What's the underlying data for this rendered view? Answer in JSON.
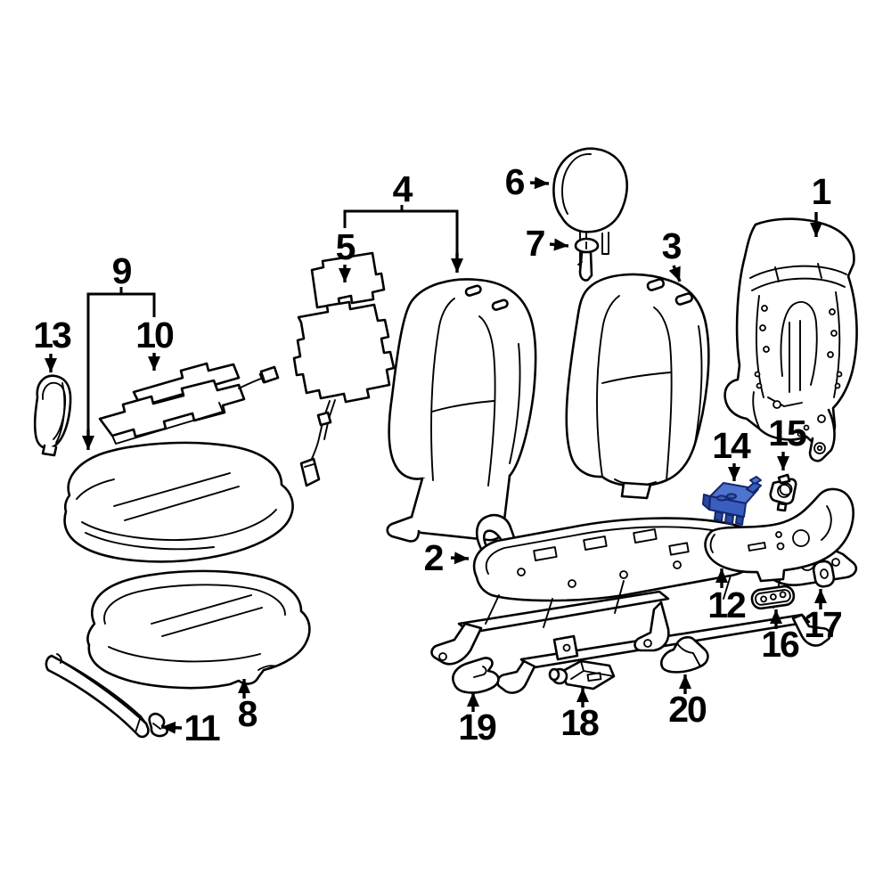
{
  "diagram": {
    "background_color": "#ffffff",
    "line_color": "#000000",
    "highlighted_part_number": "14",
    "highlight_colors": {
      "top": "#4f74cf",
      "front": "#3a5dc0",
      "side": "#2a479f",
      "outline": "#14286e"
    },
    "callouts": [
      {
        "number": "1"
      },
      {
        "number": "2"
      },
      {
        "number": "3"
      },
      {
        "number": "4"
      },
      {
        "number": "5"
      },
      {
        "number": "6"
      },
      {
        "number": "7"
      },
      {
        "number": "8"
      },
      {
        "number": "9"
      },
      {
        "number": "10"
      },
      {
        "number": "11"
      },
      {
        "number": "12"
      },
      {
        "number": "13"
      },
      {
        "number": "14"
      },
      {
        "number": "15"
      },
      {
        "number": "16"
      },
      {
        "number": "17"
      },
      {
        "number": "18"
      },
      {
        "number": "19"
      },
      {
        "number": "20"
      }
    ]
  }
}
